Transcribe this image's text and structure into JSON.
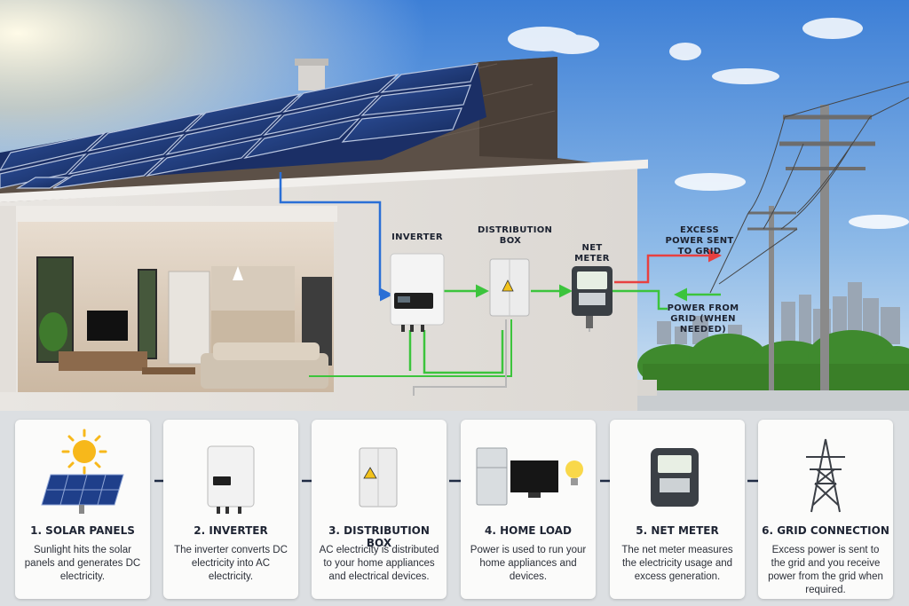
{
  "scene": {
    "labels": {
      "inverter": "INVERTER",
      "distribution_box": "DISTRIBUTION BOX",
      "net_meter": "NET METER",
      "excess_power": "EXCESS POWER SENT TO GRID",
      "power_from_grid": "POWER FROM GRID (WHEN NEEDED)"
    },
    "colors": {
      "dc_wire": "#2a6fd6",
      "ac_wire": "#3cc43c",
      "export_wire": "#e84040",
      "import_wire": "#3cc43c"
    }
  },
  "steps": [
    {
      "title": "1. SOLAR PANELS",
      "desc": "Sunlight hits the solar panels and generates DC electricity.",
      "icon": "solar-panel-icon"
    },
    {
      "title": "2. INVERTER",
      "desc": "The inverter converts DC electricity into AC electricity.",
      "icon": "inverter-icon"
    },
    {
      "title": "3. DISTRIBUTION BOX",
      "desc": "AC electricity is distributed to your home appliances and electrical devices.",
      "icon": "distribution-box-icon"
    },
    {
      "title": "4. HOME LOAD",
      "desc": "Power is used to run your home appliances and devices.",
      "icon": "home-appliances-icon"
    },
    {
      "title": "5. NET METER",
      "desc": "The net meter measures the electricity usage and excess generation.",
      "icon": "net-meter-icon"
    },
    {
      "title": "6. GRID CONNECTION",
      "desc": "Excess power is sent to the grid and you receive power from the grid when required.",
      "icon": "transmission-tower-icon"
    }
  ]
}
